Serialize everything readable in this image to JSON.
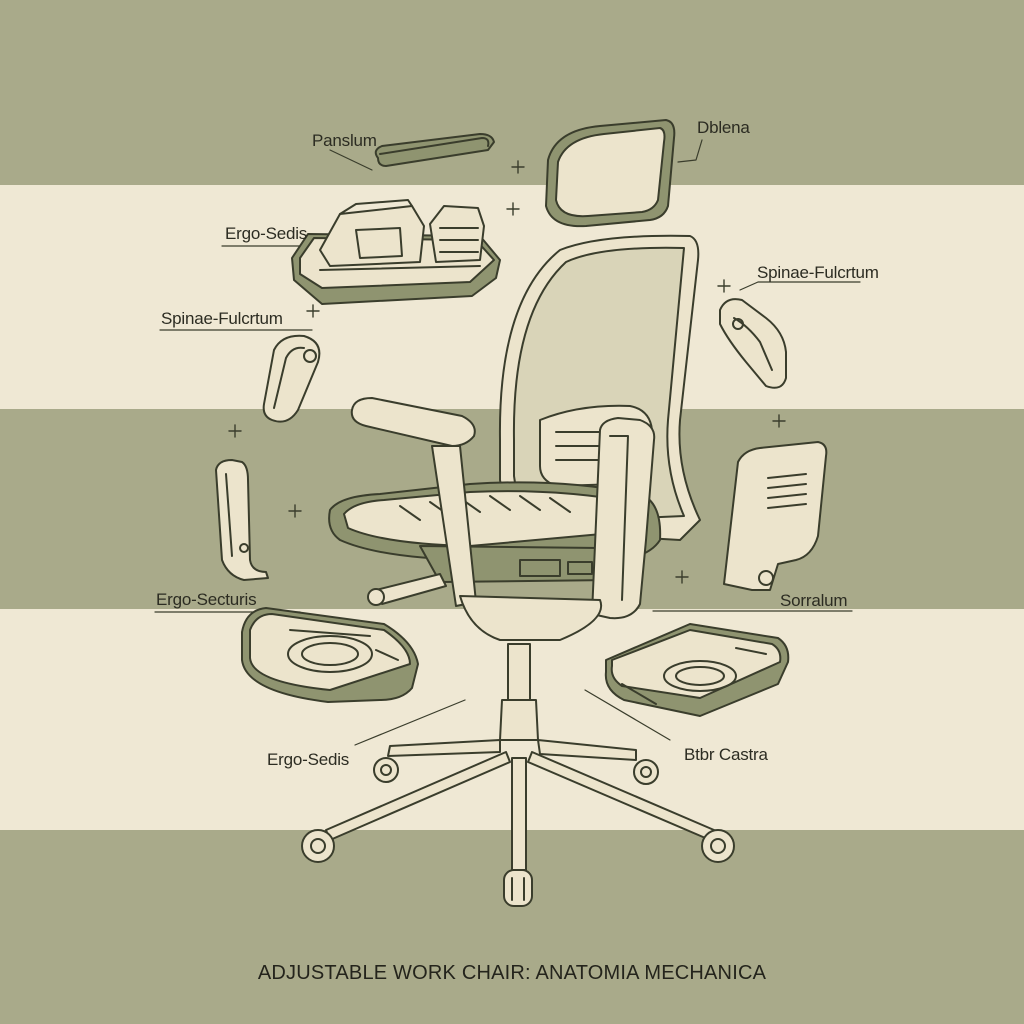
{
  "labels": {
    "panslum": "Panslum",
    "dblena": "Dblena",
    "ergo_sedis_top": "Ergo-Sedis",
    "spinae_fulcrtum_left": "Spinae-Fulcrtum",
    "spinae_fulcrtum_right": "Spinae-Fulcrtum",
    "ergo_secturis": "Ergo-Secturis",
    "sorralum": "Sorralum",
    "ergo_sedis_bottom": "Ergo-Sedis",
    "btbr_castra": "Btbr Castra"
  },
  "caption": "ADJUSTABLE WORK CHAIR: ANATOMIA MECHANICA",
  "colors": {
    "light_band": "#efe8d4",
    "dark_band": "#a9aa8a",
    "line": "#3a3d2c",
    "part_fill": "#ece4cc",
    "shadow_fill": "#8f9470"
  }
}
